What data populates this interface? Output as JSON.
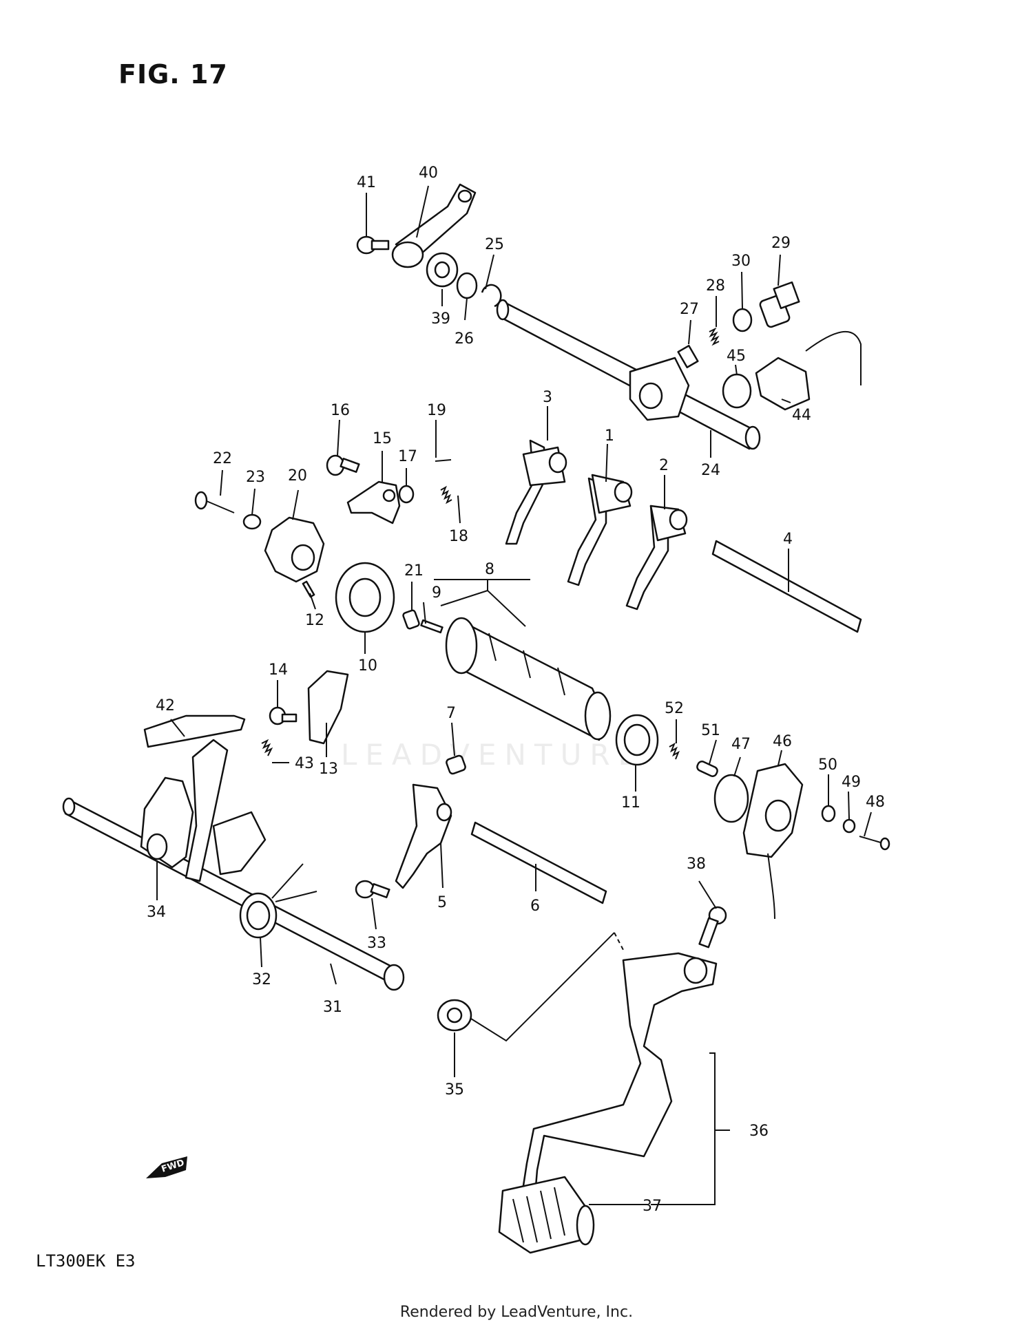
{
  "figure": {
    "title": "FIG. 17",
    "model_code": "LT300EK  E3",
    "footer": "Rendered by LeadVenture, Inc.",
    "watermark": "LEADVENTURE",
    "fwd_arrow_label": "FWD"
  },
  "callouts": [
    "1",
    "2",
    "3",
    "4",
    "5",
    "6",
    "7",
    "8",
    "9",
    "10",
    "11",
    "12",
    "13",
    "14",
    "15",
    "16",
    "17",
    "18",
    "19",
    "20",
    "21",
    "22",
    "23",
    "24",
    "25",
    "26",
    "27",
    "28",
    "29",
    "30",
    "31",
    "32",
    "33",
    "34",
    "35",
    "36",
    "37",
    "38",
    "39",
    "40",
    "41",
    "42",
    "43",
    "44",
    "45",
    "46",
    "47",
    "48",
    "49",
    "50",
    "51",
    "52"
  ]
}
